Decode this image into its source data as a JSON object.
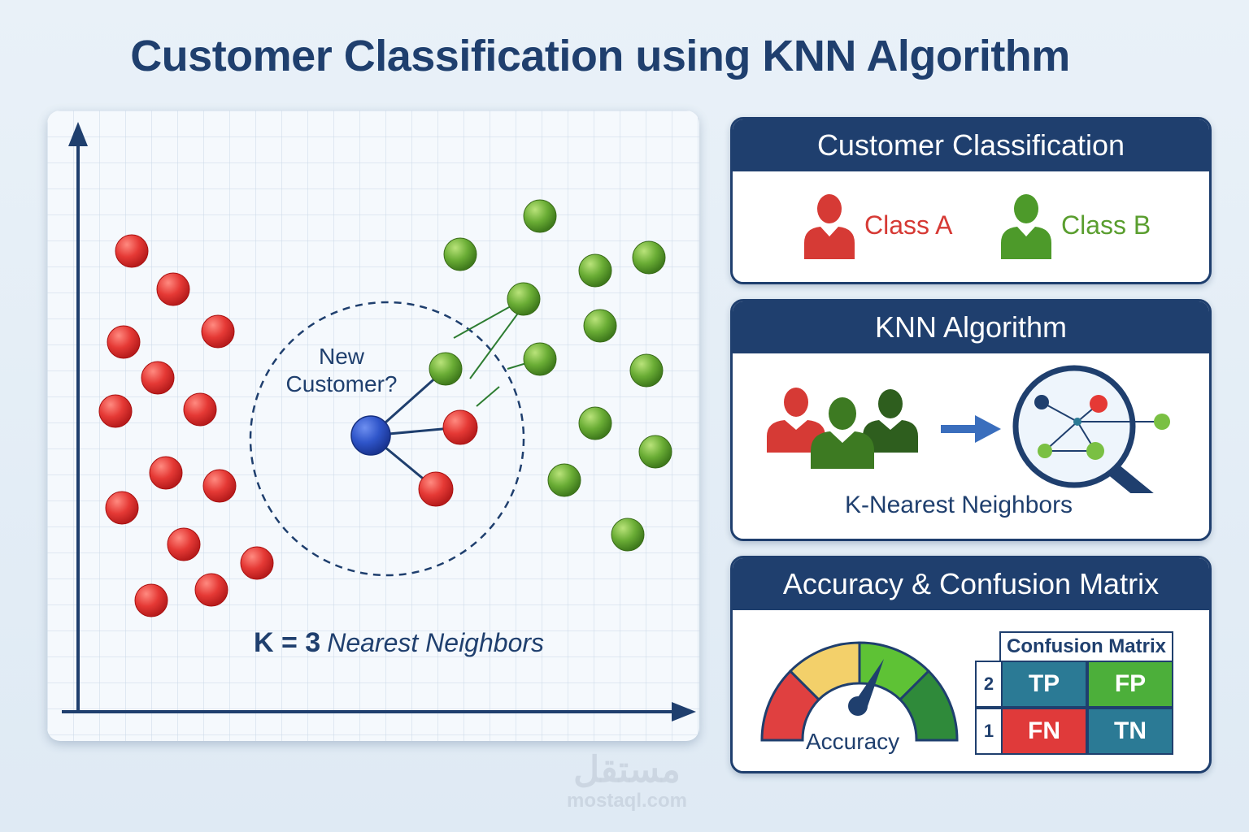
{
  "title": "Customer Classification using KNN Algorithm",
  "plot": {
    "new_customer_label": "New Customer?",
    "k_equation": "K = 3",
    "k_caption": "Nearest Neighbors"
  },
  "classification_card": {
    "heading": "Customer Classification",
    "class_a": "Class A",
    "class_b": "Class B"
  },
  "knn_card": {
    "heading": "KNN Algorithm",
    "caption": "K-Nearest Neighbors"
  },
  "accuracy_card": {
    "heading": "Accuracy & Confusion Matrix",
    "gauge_label": "Accuracy",
    "matrix_title": "Confusion Matrix",
    "matrix_rows": [
      {
        "index": "2",
        "cells": [
          "TP",
          "FP"
        ]
      },
      {
        "index": "1",
        "cells": [
          "FN",
          "TN"
        ]
      }
    ]
  },
  "watermark": {
    "arabic": "مستقل",
    "latin": "mostaql.com"
  },
  "colors": {
    "navy": "#1f3f6e",
    "class_a": "#d63a35",
    "class_b": "#5a9e2f",
    "new_point": "#2f55c9",
    "tp": "#2b7a95",
    "fp": "#4caf3a",
    "fn": "#e03a3a",
    "tn": "#2b7a95"
  }
}
